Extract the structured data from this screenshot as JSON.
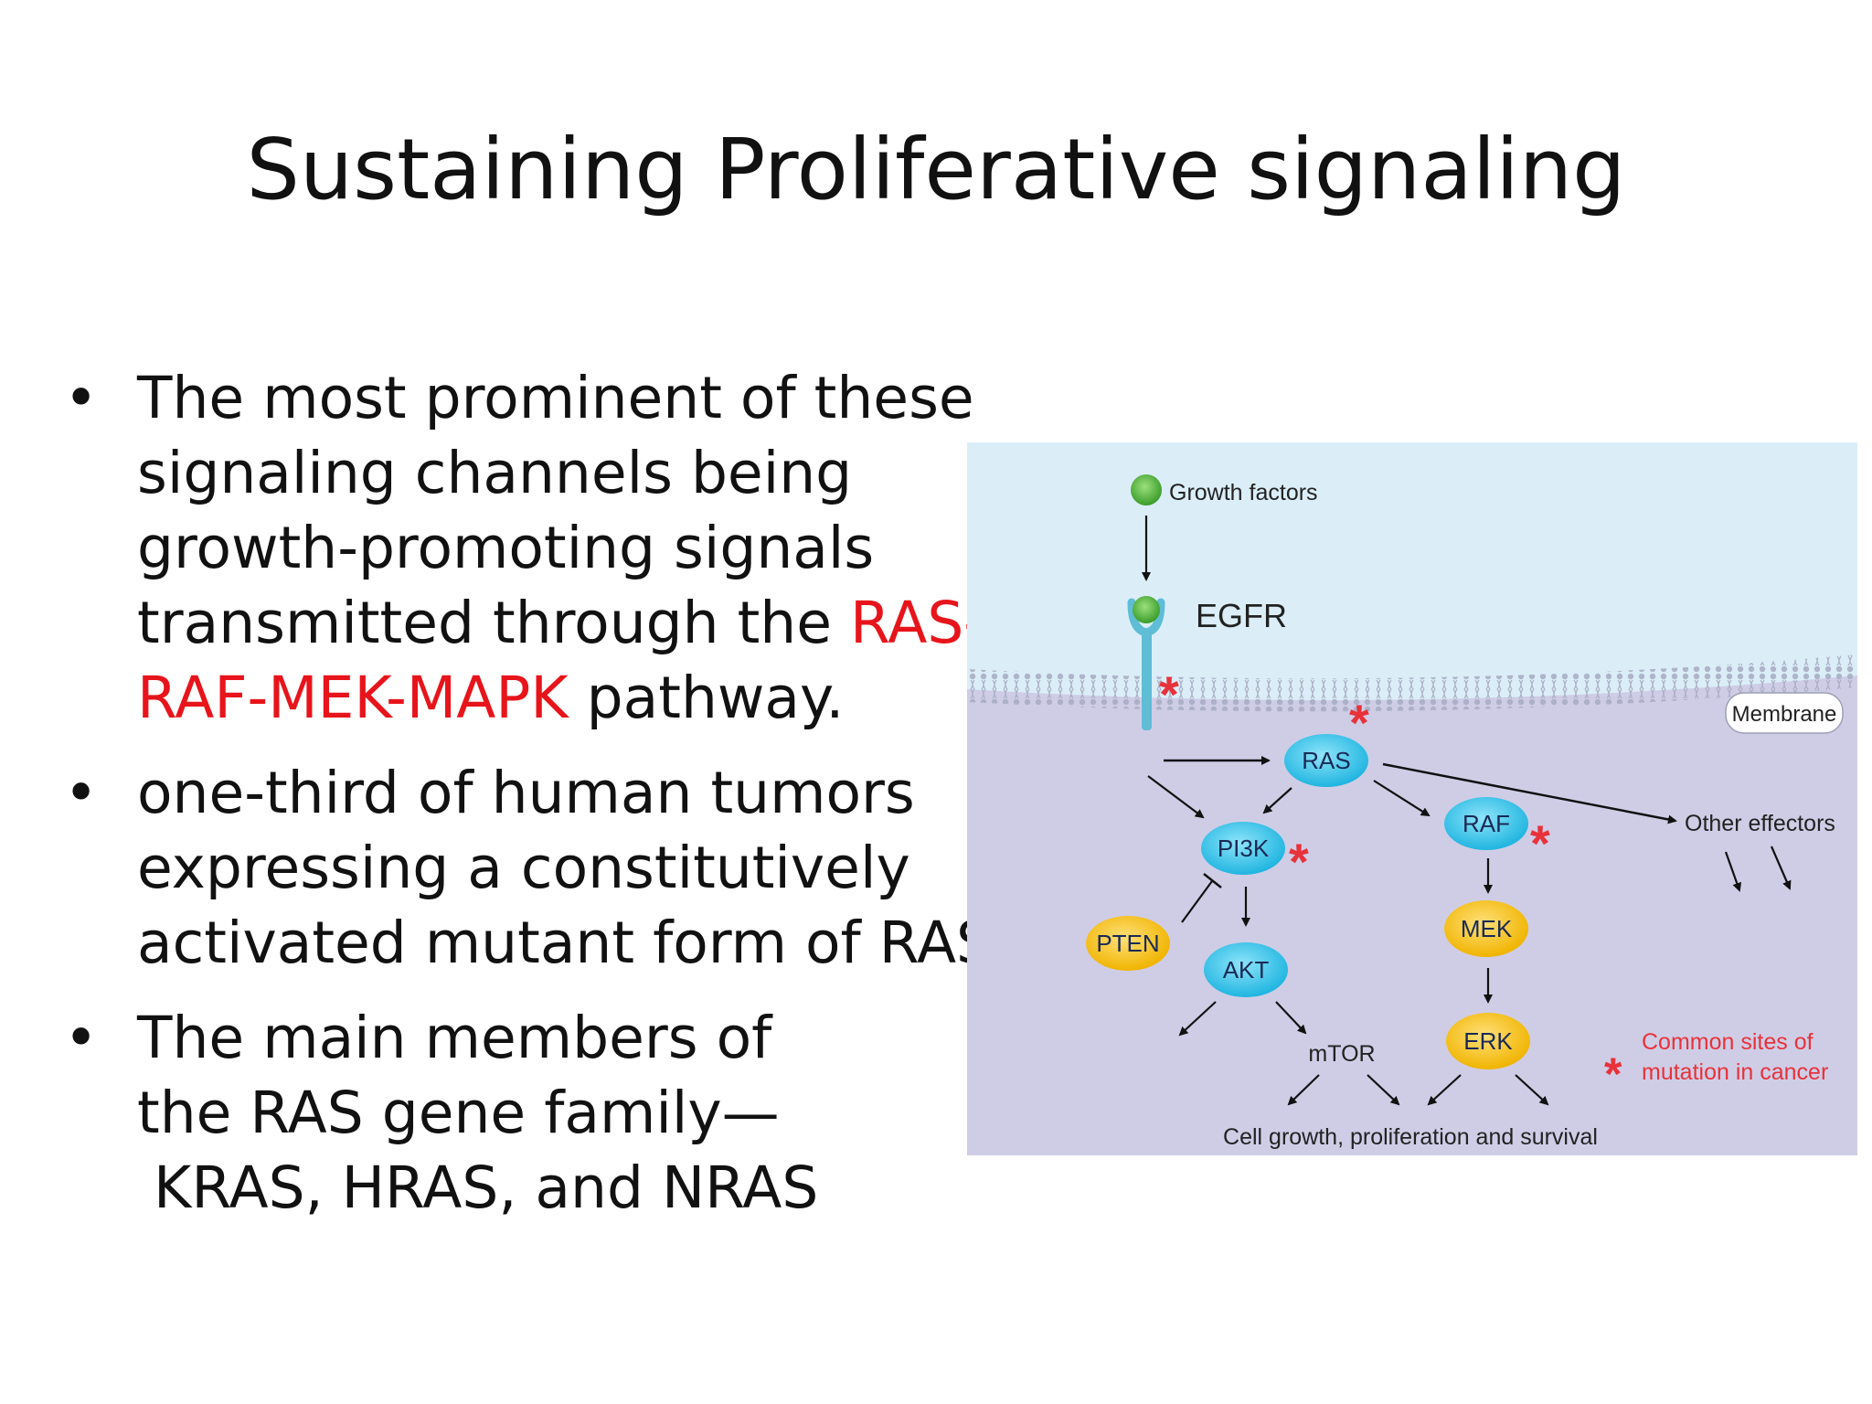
{
  "slide": {
    "title": "Sustaining Proliferative signaling",
    "bullets": [
      {
        "lines": [
          {
            "parts": [
              "The most prominent of these"
            ]
          },
          {
            "parts": [
              "signaling channels being"
            ]
          },
          {
            "parts": [
              "growth-promoting signals"
            ]
          },
          {
            "parts": [
              "transmitted through the "
            ],
            "red": "RAS-"
          },
          {
            "red_start": "RAF-MEK-MAPK",
            "parts": [
              " pathway."
            ]
          }
        ]
      },
      {
        "lines": [
          {
            "parts": [
              "one-third of human tumors"
            ]
          },
          {
            "parts": [
              "expressing a constitutively"
            ]
          },
          {
            "parts": [
              "activated mutant form of RAS"
            ]
          }
        ]
      },
      {
        "lines": [
          {
            "parts": [
              "The main members of"
            ]
          },
          {
            "parts": [
              "the RAS gene family—"
            ]
          },
          {
            "parts": [
              "KRAS, HRAS, and NRAS"
            ],
            "indent": true
          }
        ]
      }
    ],
    "bullet_symbol": "•"
  },
  "diagram": {
    "labels": {
      "growth_factors": "Growth factors",
      "egfr": "EGFR",
      "membrane": "Membrane",
      "other_effectors": "Other effectors",
      "mtor": "mTOR",
      "outcome": "Cell growth, proliferation and survival",
      "legend_line1": "Common sites of",
      "legend_line2": "mutation in cancer",
      "asterisk": "*"
    },
    "nodes": {
      "ras": "RAS",
      "pi3k": "PI3K",
      "raf": "RAF",
      "pten": "PTEN",
      "akt": "AKT",
      "mek": "MEK",
      "erk": "ERK"
    },
    "colors": {
      "top_background": "#dbeef8",
      "cell_background": "#cfcde6",
      "cyan_node": "#2fc3ea",
      "yellow_node": "#f7c51a",
      "green_ligand": "#4fb53a",
      "mutation_red": "#e8323a",
      "membrane_line": "#9b9fb6"
    }
  }
}
